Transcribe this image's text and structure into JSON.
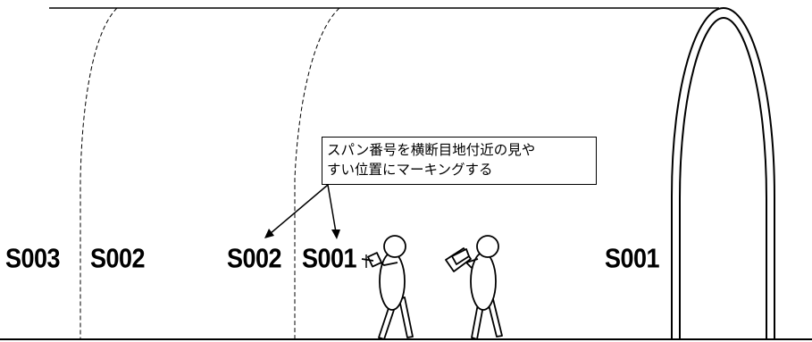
{
  "callout": {
    "line1": "スパン番号を横断目地付近の見や",
    "line2": "すい位置にマーキングする"
  },
  "labels": {
    "s003": "S003",
    "s002_left": "S002",
    "s002_marked": "S002",
    "s001_marked": "S001",
    "s001_entrance": "S001"
  },
  "colors": {
    "stroke": "#000000",
    "background": "#ffffff"
  },
  "icons": {
    "worker_marking": "person-marking-icon",
    "worker_reading": "person-reading-icon"
  }
}
